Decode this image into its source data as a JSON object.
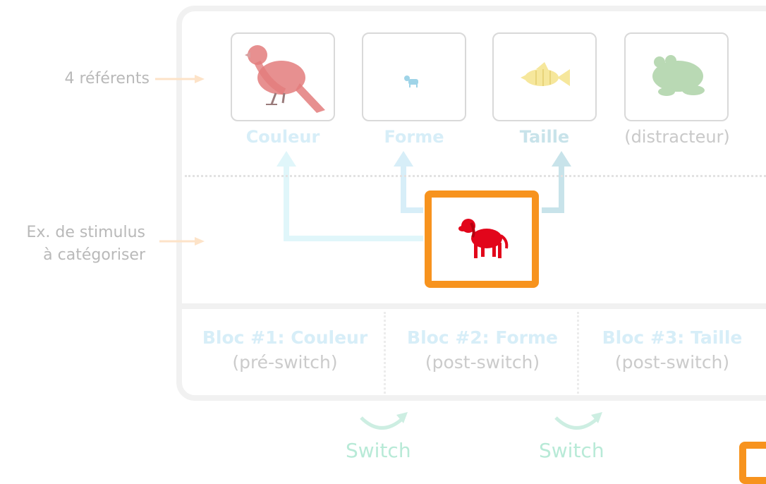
{
  "labels": {
    "referents": "4 référents",
    "stimulus_line1": "Ex. de stimulus",
    "stimulus_line2": "à catégoriser"
  },
  "referents": [
    {
      "label": "Couleur",
      "icon": "red-bird-icon"
    },
    {
      "label": "Forme",
      "icon": "small-blue-dog-icon"
    },
    {
      "label": "Taille",
      "icon": "yellow-fish-icon"
    },
    {
      "label": "(distracteur)",
      "icon": "green-frog-icon"
    }
  ],
  "stimulus": {
    "icon": "red-dog-icon"
  },
  "blocs": [
    {
      "title": "Bloc #1: Couleur",
      "subtitle": "(pré-switch)"
    },
    {
      "title": "Bloc #2: Forme",
      "subtitle": "(post-switch)"
    },
    {
      "title": "Bloc #3: Taille",
      "subtitle": "(post-switch)"
    }
  ],
  "switches": [
    "Switch",
    "Switch"
  ],
  "colors": {
    "accent_orange": "#f7931e",
    "dimension_label": "#d7eef8",
    "switch_green": "#b8ead7",
    "bird_red": "#e37c7c",
    "dog_red": "#e2061b",
    "frog_green": "#b9d9b4",
    "fish_yellow": "#f6e79c",
    "small_dog_blue": "#9fd4e8"
  }
}
